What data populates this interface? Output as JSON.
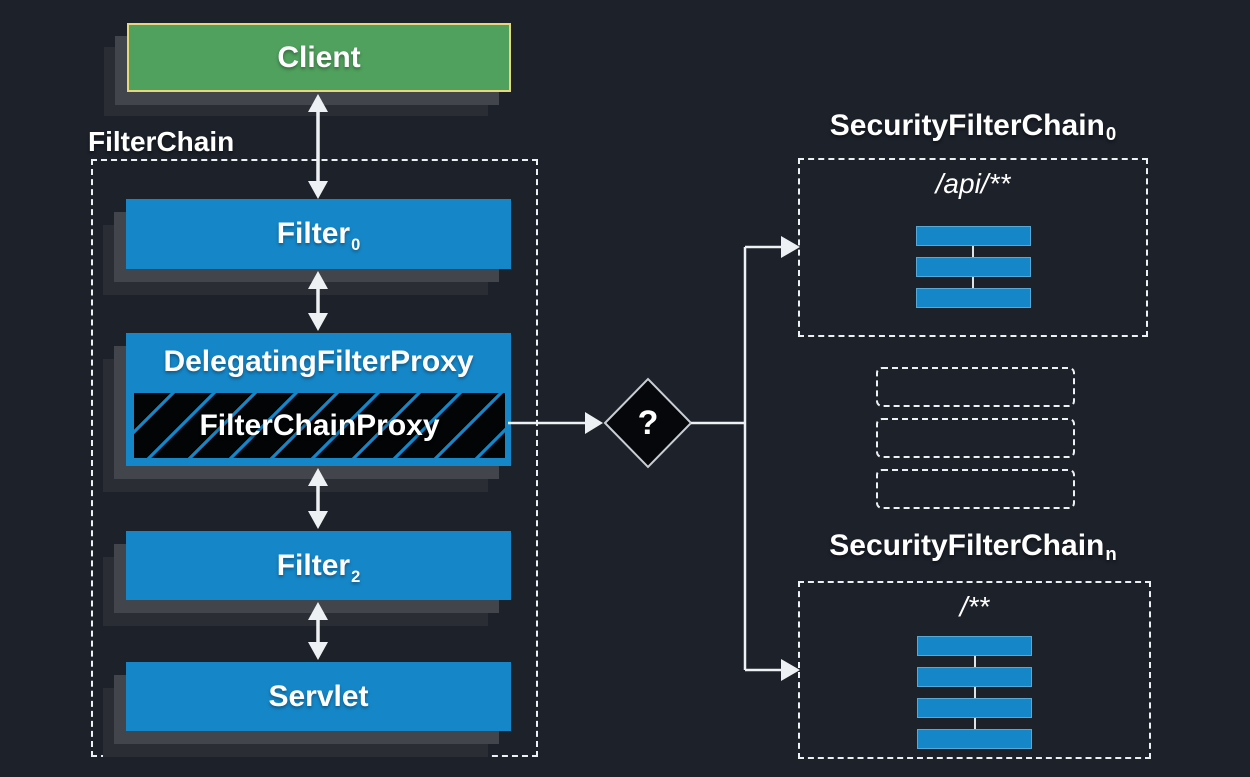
{
  "colors": {
    "background": "#1c212a",
    "box_blue": "#1587c8",
    "client_green": "#50a05e",
    "client_border": "#e6d77c",
    "line_white": "#eef1f3",
    "shadow_1": "#42464c",
    "shadow_2": "#2a2e34",
    "diamond_fill": "#05070a",
    "hatch_bg": "#020406"
  },
  "client": {
    "label": "Client"
  },
  "filter_chain": {
    "title": "FilterChain",
    "filter0": {
      "base": "Filter",
      "sub": "0"
    },
    "delegating_filter_proxy": {
      "label": "DelegatingFilterProxy"
    },
    "filter_chain_proxy": {
      "label": "FilterChainProxy"
    },
    "filter2": {
      "base": "Filter",
      "sub": "2"
    },
    "servlet": {
      "label": "Servlet"
    }
  },
  "decision_diamond": {
    "label": "?"
  },
  "security_filter_chain_0": {
    "title_base": "SecurityFilterChain",
    "title_sub": "0",
    "url_pattern": "/api/**",
    "filter_bar_count": 3
  },
  "security_filter_chain_n": {
    "title_base": "SecurityFilterChain",
    "title_sub": "n",
    "url_pattern": "/**",
    "filter_bar_count": 4
  },
  "middle_placeholders": {
    "count": 3
  }
}
